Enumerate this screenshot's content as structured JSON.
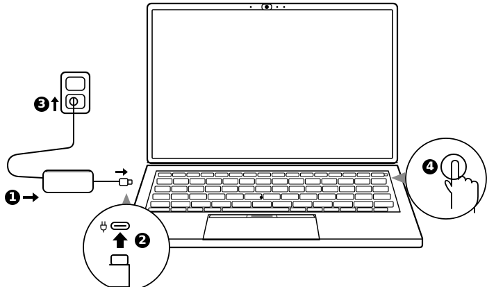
{
  "steps": [
    {
      "number": "1"
    },
    {
      "number": "2"
    },
    {
      "number": "3"
    },
    {
      "number": "4"
    }
  ],
  "colors": {
    "line": "#000000",
    "badge": "#000000",
    "pointer_arrow": "#8a8a8a",
    "background": "#ffffff"
  },
  "icons": [
    "laptop",
    "power-adapter",
    "wall-outlet",
    "usb-c-connector",
    "power-plug-icon",
    "hand-pointer-icon"
  ]
}
